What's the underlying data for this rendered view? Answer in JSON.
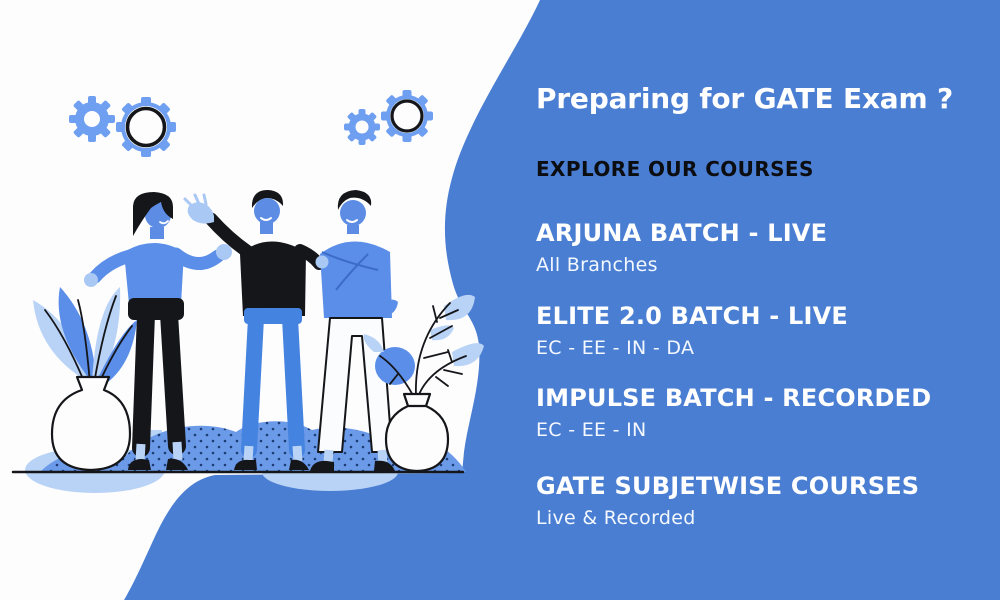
{
  "banner": {
    "title": "Preparing for GATE Exam ?",
    "subtitle": "EXPLORE OUR COURSES"
  },
  "courses": [
    {
      "name": "ARJUNA BATCH - LIVE",
      "detail": "All Branches"
    },
    {
      "name": "ELITE 2.0 BATCH - LIVE",
      "detail": "EC - EE - IN - DA"
    },
    {
      "name": "IMPULSE BATCH - RECORDED",
      "detail": "EC - EE - IN"
    },
    {
      "name": "GATE SUBJETWISE COURSES",
      "detail": "Live & Recorded"
    }
  ],
  "colors": {
    "background_blue": "#4a7ed2",
    "panel_text_white": "#ffffff",
    "subtitle_black": "#0c0d11",
    "illustration_blue": "#5b8ee8",
    "face_blue": "#5c8ce4",
    "pants_blue": "#4583e0",
    "light_blue": "#b9d3f6",
    "hand_blue": "#aac8f4",
    "gear_blue": "#6f9ff0",
    "mound_blue": "#6b9ae8",
    "dot_navy": "#1c3d75",
    "ink_black": "#15161a",
    "white": "#ffffff"
  },
  "illustration": {
    "scene": "Three people talking beside potted plants, gears overhead",
    "icons": [
      "gear-icon",
      "person-figure",
      "plant-pot-icon"
    ]
  }
}
